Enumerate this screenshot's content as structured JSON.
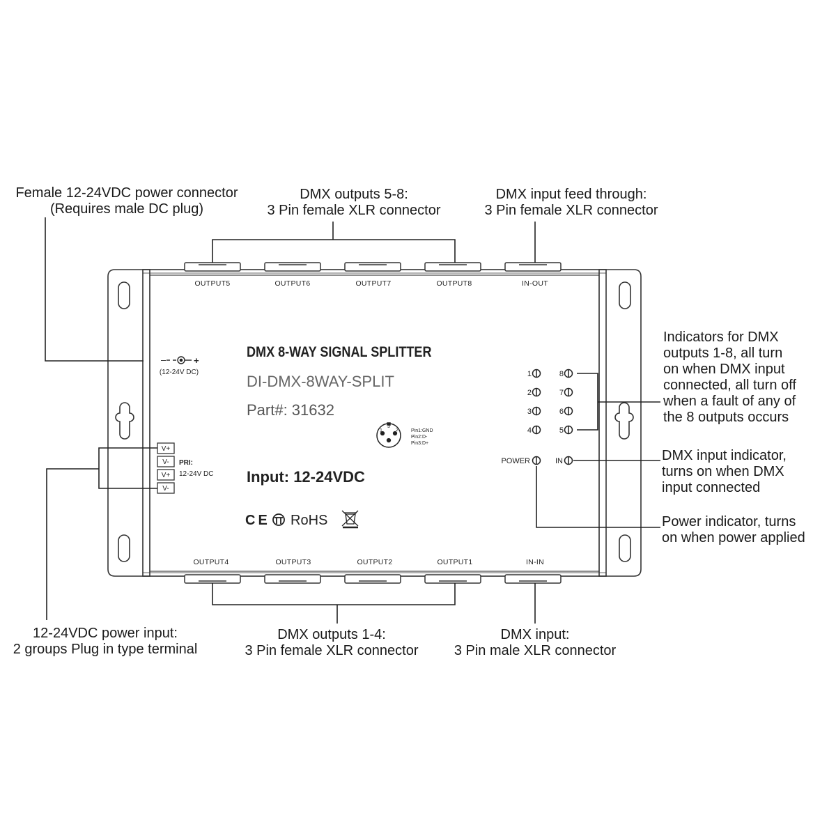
{
  "device": {
    "title": "DMX 8-WAY SIGNAL SPLITTER",
    "model": "DI-DMX-8WAY-SPLIT",
    "part": "Part#: 31632",
    "input": "Input: 12-24VDC",
    "certs": "RoHS",
    "dc_jack_label": "(12-24V DC)",
    "pri_label": "PRI:",
    "pri_voltage": "12-24V DC",
    "power_led_label": "POWER",
    "in_led_label": "IN",
    "xlr_pins": [
      "Pin1:GND",
      "Pin2:D-",
      "Pin3:D+"
    ],
    "xlr_pin_numbers": [
      "1",
      "3",
      "2"
    ],
    "terminal_labels": [
      "V+",
      "V-",
      "V+",
      "V-"
    ],
    "top_ports": [
      "OUTPUT5",
      "OUTPUT6",
      "OUTPUT7",
      "OUTPUT8",
      "IN-OUT"
    ],
    "bottom_ports": [
      "OUTPUT4",
      "OUTPUT3",
      "OUTPUT2",
      "OUTPUT1",
      "IN-IN"
    ],
    "led_left_numbers": [
      "1",
      "2",
      "3",
      "4"
    ],
    "led_right_numbers": [
      "8",
      "7",
      "6",
      "5"
    ]
  },
  "callouts": {
    "dc_connector": [
      "Female 12-24VDC power connector",
      "(Requires male DC plug)"
    ],
    "outputs_5_8": [
      "DMX outputs 5-8:",
      "3 Pin female XLR connector"
    ],
    "feed_through": [
      "DMX input feed through:",
      "3 Pin female XLR connector"
    ],
    "indicators": [
      "Indicators for DMX",
      "outputs 1-8, all turn",
      "on when DMX input",
      "connected, all turn off",
      "when a fault of any of",
      "the 8 outputs occurs"
    ],
    "input_indicator": [
      "DMX input indicator,",
      "turns on when DMX",
      "input connected"
    ],
    "power_indicator": [
      "Power indicator, turns",
      "on when power applied"
    ],
    "power_input": [
      "12-24VDC power input:",
      "2 groups Plug in type terminal"
    ],
    "outputs_1_4": [
      "DMX outputs 1-4:",
      "3 Pin female XLR connector"
    ],
    "dmx_input": [
      "DMX input:",
      "3 Pin male XLR connector"
    ]
  }
}
